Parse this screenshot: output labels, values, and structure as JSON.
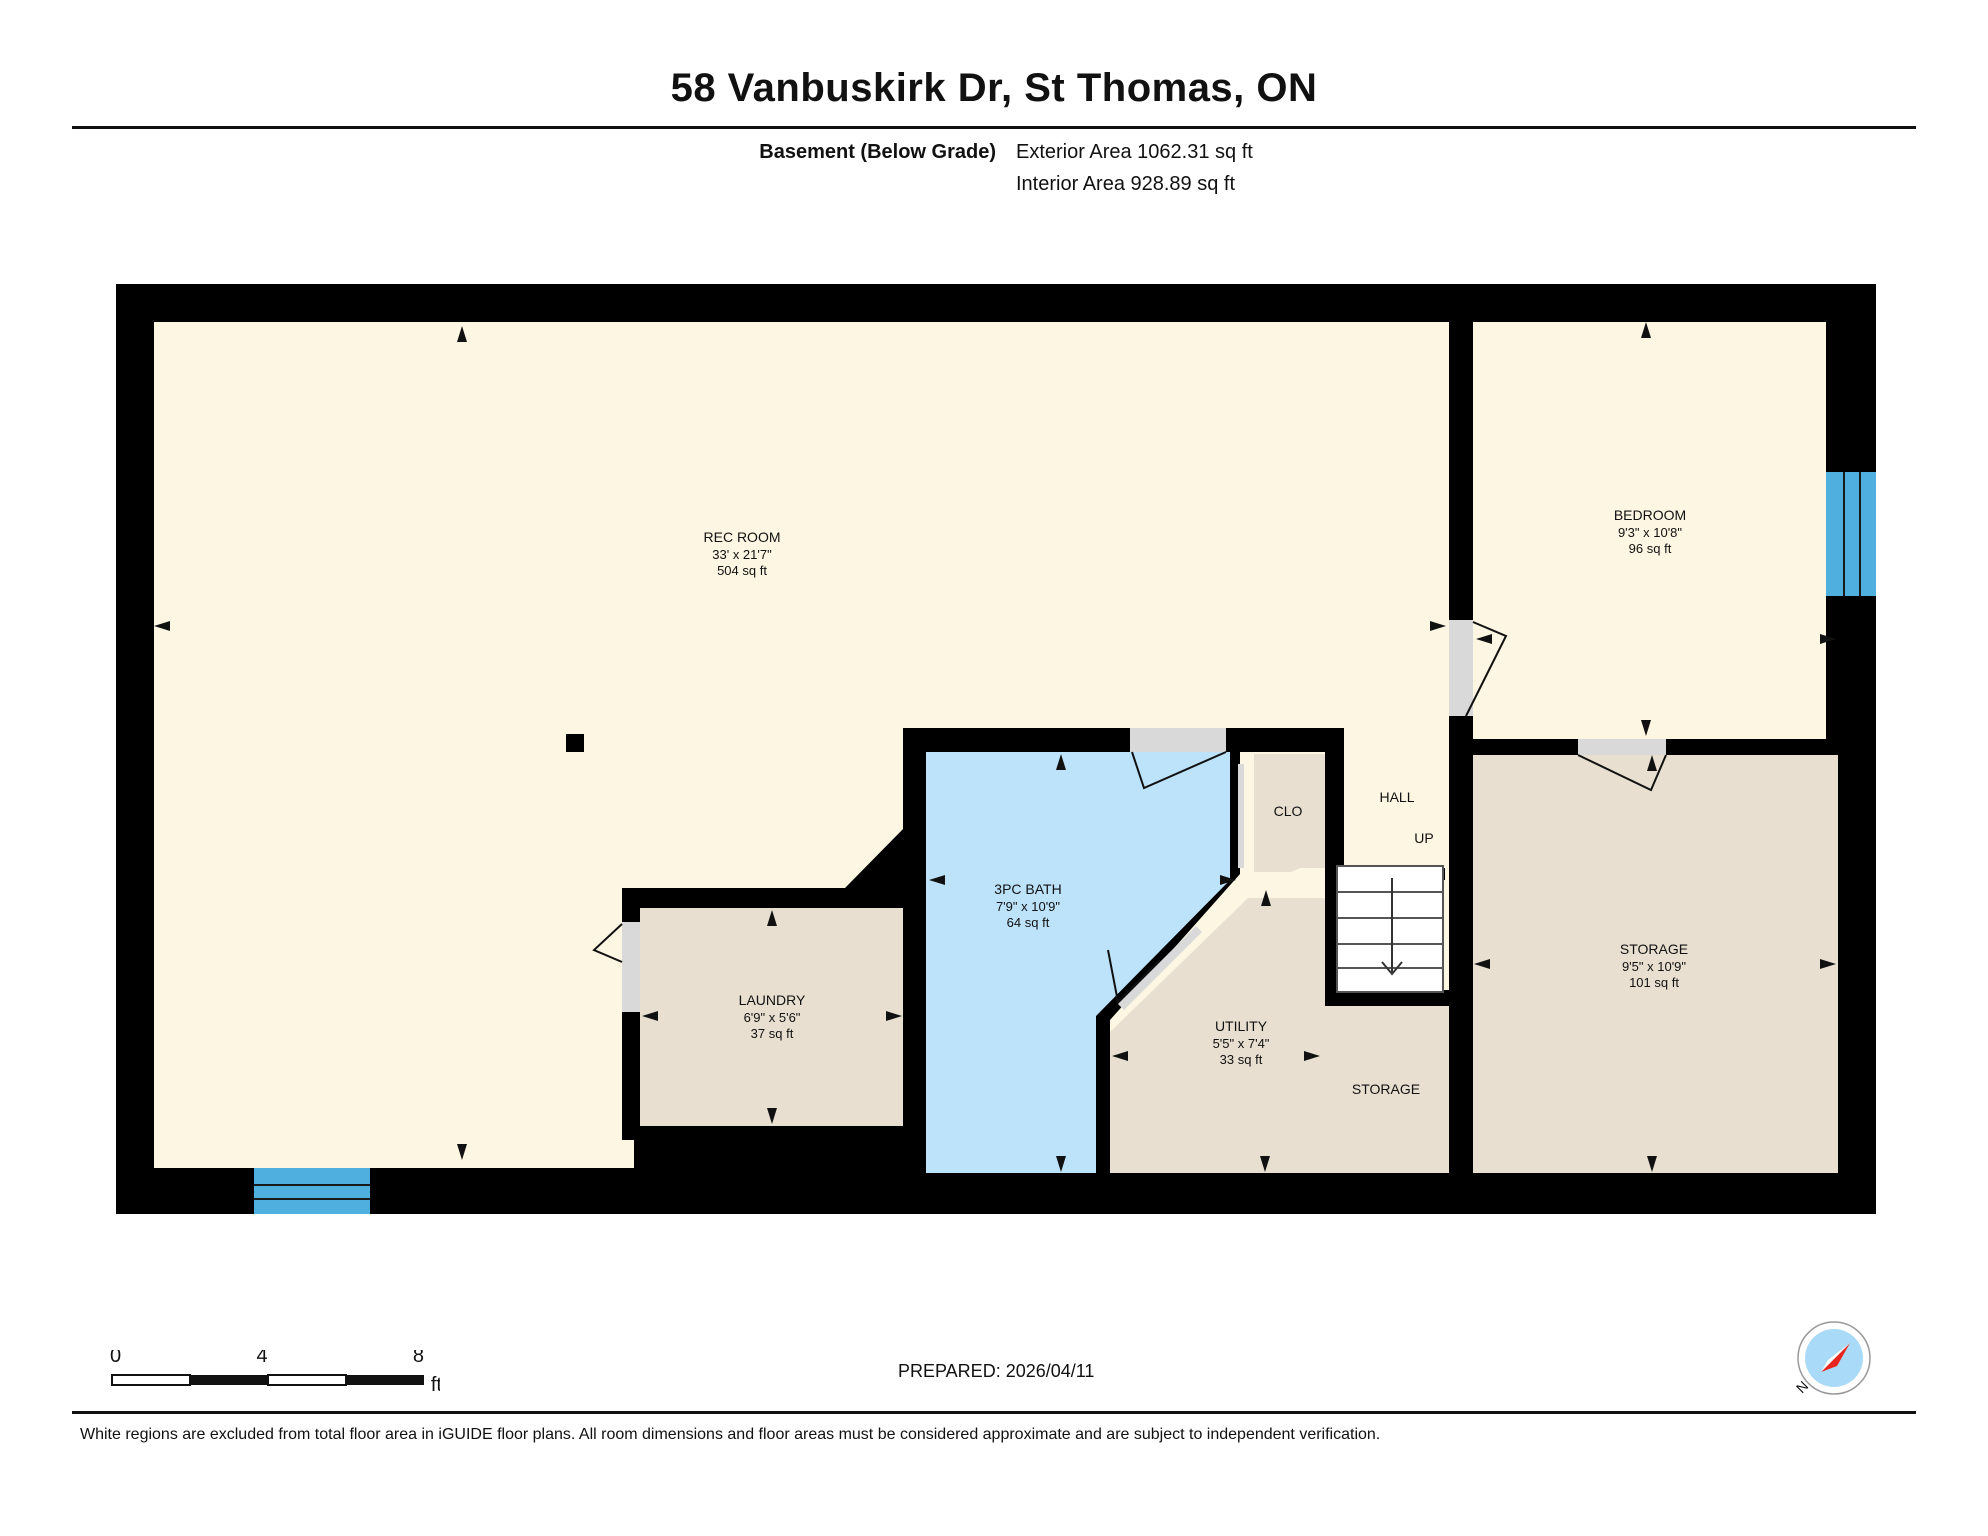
{
  "header": {
    "address": "58 Vanbuskirk Dr, St Thomas, ON",
    "level_name": "Basement (Below Grade)",
    "exterior_area": "Exterior Area 1062.31 sq ft",
    "interior_area": "Interior Area 928.89 sq ft"
  },
  "rooms": {
    "rec_room": {
      "name": "REC ROOM",
      "dims": "33' x 21'7\"",
      "area": "504 sq ft"
    },
    "bedroom": {
      "name": "BEDROOM",
      "dims": "9'3\" x 10'8\"",
      "area": "96 sq ft"
    },
    "bath": {
      "name": "3PC BATH",
      "dims": "7'9\" x 10'9\"",
      "area": "64 sq ft"
    },
    "laundry": {
      "name": "LAUNDRY",
      "dims": "6'9\" x 5'6\"",
      "area": "37 sq ft"
    },
    "utility": {
      "name": "UTILITY",
      "dims": "5'5\" x 7'4\"",
      "area": "33 sq ft"
    },
    "storage_main": {
      "name": "STORAGE",
      "dims": "9'5\" x 10'9\"",
      "area": "101 sq ft"
    },
    "storage_label": "STORAGE",
    "closet": "CLO",
    "hall": "HALL",
    "stairs": "UP"
  },
  "colors": {
    "rec_room": "#fdf6e2",
    "bath": "#bde3fb",
    "utility_rooms": "#e8dfd1",
    "walls": "#000000",
    "window": "#4fb0e0",
    "door_opening": "#d9d9d9",
    "compass_needle": "#e8241f",
    "compass_face": "#a9daf7"
  },
  "scale": {
    "ticks": [
      "0",
      "4",
      "8"
    ],
    "unit": "ft"
  },
  "footer": {
    "prepared": "PREPARED: 2026/04/11",
    "disclaimer": "White regions are excluded from total floor area in iGUIDE floor plans. All room dimensions and floor areas must be considered approximate and are subject to independent verification."
  },
  "compass": {
    "label": "N",
    "icon": "compass-icon"
  }
}
